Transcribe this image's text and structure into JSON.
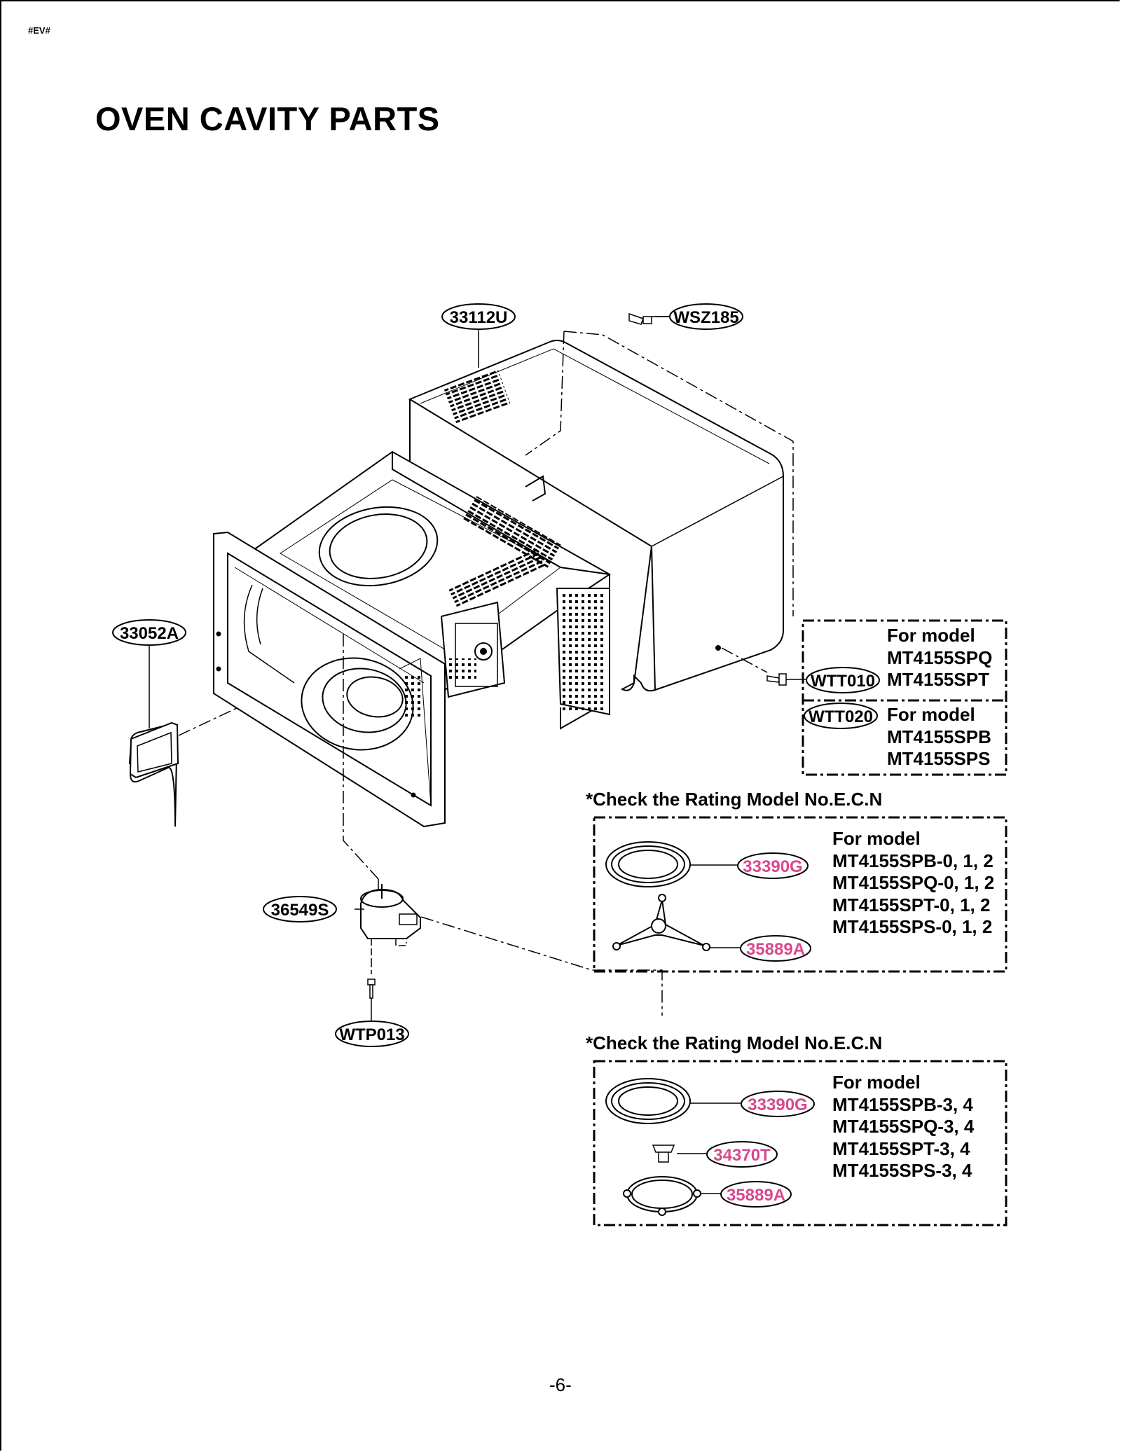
{
  "header": {
    "tag": "#EV#",
    "title": "OVEN CAVITY PARTS"
  },
  "callouts": {
    "cabinet": "33112U",
    "screw_top": "WSZ185",
    "door_stopper": "33052A",
    "screw_wtt010": "WTT010",
    "screw_wtt020": "WTT020",
    "motor": "36549S",
    "screw_wtp013": "WTP013"
  },
  "model_box_1": {
    "line1": "For model",
    "line2": "MT4155SPQ",
    "line3": "MT4155SPT"
  },
  "model_box_2": {
    "line1": "For model",
    "line2": "MT4155SPB",
    "line3": "MT4155SPS"
  },
  "group_a": {
    "note": "*Check the Rating Model No.E.C.N",
    "tray": "33390G",
    "roller": "35889A",
    "models": [
      "For model",
      "MT4155SPB-0, 1, 2",
      "MT4155SPQ-0, 1, 2",
      "MT4155SPT-0, 1, 2",
      "MT4155SPS-0, 1, 2"
    ]
  },
  "group_b": {
    "note": "*Check the Rating Model No.E.C.N",
    "tray": "33390G",
    "coupler": "34370T",
    "roller": "35889A",
    "models": [
      "For model",
      "MT4155SPB-3, 4",
      "MT4155SPQ-3, 4",
      "MT4155SPT-3, 4",
      "MT4155SPS-3, 4"
    ]
  },
  "colors": {
    "highlight_label": "#d9488f",
    "ink": "#000000"
  },
  "footer": {
    "page": "-6-"
  }
}
